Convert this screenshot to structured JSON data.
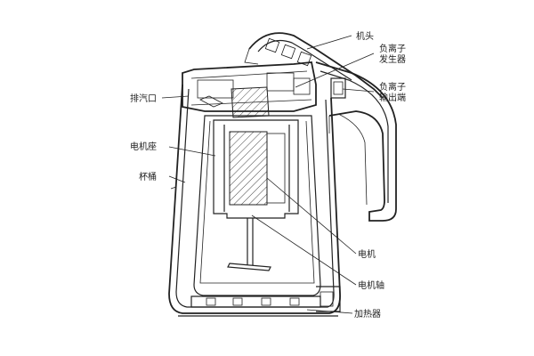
{
  "labels": {
    "head": "机头",
    "anion_gen_line1": "负离子",
    "anion_gen_line2": "发生器",
    "anion_out_line1": "负离子",
    "anion_out_line2": "输出端",
    "exhaust": "排汽口",
    "motor_seat": "电机座",
    "cup": "杯桶",
    "motor": "电机",
    "motor_shaft": "电机轴",
    "heater": "加热器"
  }
}
